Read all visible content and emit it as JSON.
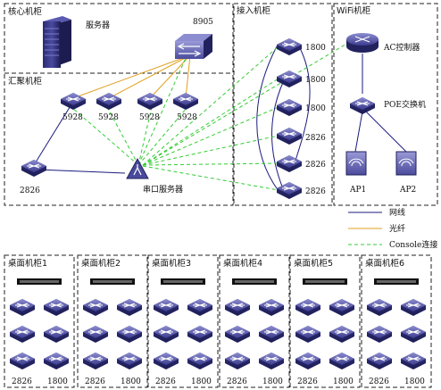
{
  "core_cabinet": {
    "title": "核心机柜",
    "server_label": "服务器",
    "switch_label": "8905"
  },
  "agg_cabinet": {
    "title": "汇聚机柜",
    "switch_labels": [
      "5928",
      "5928",
      "5928",
      "5928"
    ],
    "edge_switch_label": "2826",
    "console_server_label": "串口服务器"
  },
  "access_cabinet": {
    "title": "接入机柜",
    "switch_labels": [
      "1800",
      "1800",
      "1800",
      "2826",
      "2826",
      "2826"
    ]
  },
  "wifi_cabinet": {
    "title": "WiFi机柜",
    "ac_label": "AC控制器",
    "poe_label": "POE交换机",
    "ap_labels": [
      "AP1",
      "AP2"
    ]
  },
  "legend": {
    "items": [
      {
        "label": "网线",
        "color": "#1a1a80",
        "style": "solid"
      },
      {
        "label": "光纤",
        "color": "#e0a020",
        "style": "solid"
      },
      {
        "label": "Console连接",
        "color": "#33cc33",
        "style": "dashed"
      }
    ]
  },
  "desk_cabinets": [
    {
      "title": "桌面机柜1",
      "left_label": "2826",
      "right_label": "1800"
    },
    {
      "title": "桌面机柜2",
      "left_label": "2826",
      "right_label": "1800"
    },
    {
      "title": "桌面机柜3",
      "left_label": "2826",
      "right_label": "1800"
    },
    {
      "title": "桌面机柜4",
      "left_label": "2826",
      "right_label": "1800"
    },
    {
      "title": "桌面机柜5",
      "left_label": "2826",
      "right_label": "1800"
    },
    {
      "title": "桌面机柜6",
      "left_label": "2826",
      "right_label": "1800"
    }
  ],
  "colors": {
    "ethernet": "#1a1a80",
    "fiber": "#e0a020",
    "console": "#33cc33",
    "device": "#3a3a8c",
    "device_light": "#6a6ab8"
  }
}
